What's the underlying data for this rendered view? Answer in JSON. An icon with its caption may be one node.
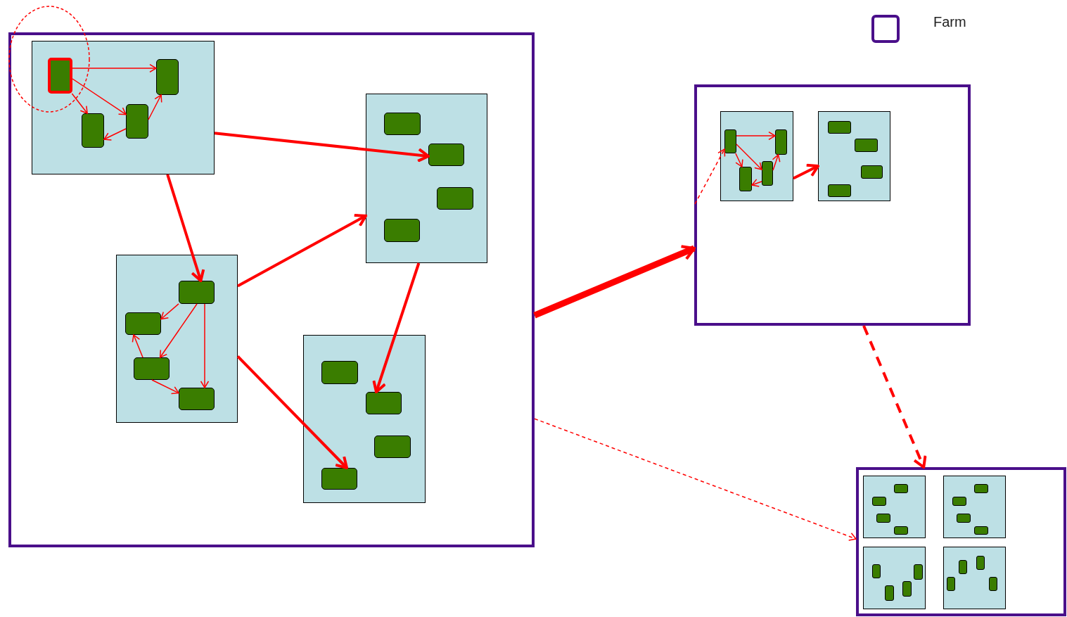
{
  "diagram": {
    "nodes": [
      {
        "text": [],
        "shape": "box"
      },
      {
        "text": [],
        "shape": "box",
        "in": 0
      },
      {
        "text": [],
        "shape": "box",
        "in": 1
      },
      {
        "text": [],
        "shape": "box",
        "in": 1
      },
      {
        "text": [],
        "shape": "box",
        "in": 1
      },
      {
        "text": [],
        "shape": "box",
        "in": 1
      },
      {
        "text": [],
        "shape": "box",
        "in": 0
      },
      {
        "text": [],
        "shape": "box",
        "in": 6
      },
      {
        "text": [],
        "shape": "box",
        "in": 6
      },
      {
        "text": [],
        "shape": "box",
        "in": 6
      },
      {
        "text": [],
        "shape": "box",
        "in": 6
      },
      {
        "text": [],
        "shape": "box",
        "in": 0
      },
      {
        "text": [],
        "shape": "box",
        "in": 11
      },
      {
        "text": [],
        "shape": "box",
        "in": 11
      },
      {
        "text": [],
        "shape": "box",
        "in": 11
      },
      {
        "text": [],
        "shape": "box",
        "in": 11
      },
      {
        "text": [],
        "shape": "box",
        "in": 0
      },
      {
        "text": [],
        "shape": "box",
        "in": 16
      },
      {
        "text": [],
        "shape": "box",
        "in": 16
      },
      {
        "text": [],
        "shape": "box",
        "in": 16
      },
      {
        "text": [],
        "shape": "box",
        "in": 16
      },
      {
        "text": [],
        "shape": "box"
      },
      {
        "text": [],
        "shape": "box",
        "in": 21
      },
      {
        "text": [],
        "shape": "box",
        "in": 22
      },
      {
        "text": [],
        "shape": "box",
        "in": 22
      },
      {
        "text": [],
        "shape": "box",
        "in": 22
      },
      {
        "text": [],
        "shape": "box",
        "in": 22
      },
      {
        "text": [],
        "shape": "box",
        "in": 21
      },
      {
        "text": [],
        "shape": "box",
        "in": 27
      },
      {
        "text": [],
        "shape": "box",
        "in": 27
      },
      {
        "text": [],
        "shape": "box",
        "in": 27
      },
      {
        "text": [],
        "shape": "box",
        "in": 27
      },
      {
        "text": [],
        "shape": "box"
      },
      {
        "text": [],
        "shape": "box",
        "in": 32
      },
      {
        "text": [],
        "shape": "box",
        "in": 33
      },
      {
        "text": [],
        "shape": "box",
        "in": 33
      },
      {
        "text": [],
        "shape": "box",
        "in": 33
      },
      {
        "text": [],
        "shape": "box",
        "in": 33
      },
      {
        "text": [],
        "shape": "box",
        "in": 32
      },
      {
        "text": [],
        "shape": "box",
        "in": 38
      },
      {
        "text": [],
        "shape": "box",
        "in": 38
      },
      {
        "text": [],
        "shape": "box",
        "in": 38
      },
      {
        "text": [],
        "shape": "box",
        "in": 38
      },
      {
        "text": [],
        "shape": "box",
        "in": 32
      },
      {
        "text": [],
        "shape": "box",
        "in": 43
      },
      {
        "text": [],
        "shape": "box",
        "in": 43
      },
      {
        "text": [],
        "shape": "box",
        "in": 43
      },
      {
        "text": [],
        "shape": "box",
        "in": 43
      },
      {
        "text": [],
        "shape": "box",
        "in": 32
      },
      {
        "text": [],
        "shape": "box",
        "in": 48
      },
      {
        "text": [],
        "shape": "box",
        "in": 48
      },
      {
        "text": [],
        "shape": "box",
        "in": 48
      },
      {
        "text": [],
        "shape": "box",
        "in": 48
      }
    ],
    "edges": [
      {
        "from": 2,
        "to": 3,
        "arrow": "to"
      },
      {
        "from": 2,
        "to": 4,
        "arrow": "to"
      },
      {
        "from": 2,
        "to": 5,
        "arrow": "to"
      },
      {
        "from": 4,
        "to": 3,
        "arrow": "to"
      },
      {
        "from": 4,
        "to": 5,
        "arrow": "to"
      },
      {
        "from": 1,
        "to": 8,
        "arrow": "to",
        "style": "thick"
      },
      {
        "from": 1,
        "to": 12,
        "arrow": "to",
        "style": "thick"
      },
      {
        "from": 11,
        "to": 6,
        "arrow": "to",
        "style": "thick"
      },
      {
        "from": 11,
        "to": 20,
        "arrow": "to",
        "style": "thick"
      },
      {
        "from": 6,
        "to": 18,
        "arrow": "to",
        "style": "thick"
      },
      {
        "from": 12,
        "to": 13,
        "arrow": "to"
      },
      {
        "from": 12,
        "to": 14,
        "arrow": "to"
      },
      {
        "from": 14,
        "to": 13,
        "arrow": "to"
      },
      {
        "from": 14,
        "to": 15,
        "arrow": "to"
      },
      {
        "from": 12,
        "to": 15,
        "arrow": "to"
      },
      {
        "from": 0,
        "to": 21,
        "arrow": "to",
        "style": "thick"
      },
      {
        "from": 21,
        "to": 23,
        "arrow": "to",
        "style": "dashed"
      },
      {
        "from": 23,
        "to": 24,
        "arrow": "to"
      },
      {
        "from": 23,
        "to": 25,
        "arrow": "to"
      },
      {
        "from": 23,
        "to": 26,
        "arrow": "to"
      },
      {
        "from": 25,
        "to": 24,
        "arrow": "to"
      },
      {
        "from": 25,
        "to": 26,
        "arrow": "to"
      },
      {
        "from": 22,
        "to": 27,
        "arrow": "to",
        "style": "thick"
      },
      {
        "from": 21,
        "to": 32,
        "arrow": "to",
        "style": "dashed"
      },
      {
        "from": 0,
        "to": 32,
        "arrow": "to",
        "style": "dashed"
      }
    ],
    "legend": [
      {
        "text": "Farm"
      }
    ]
  }
}
